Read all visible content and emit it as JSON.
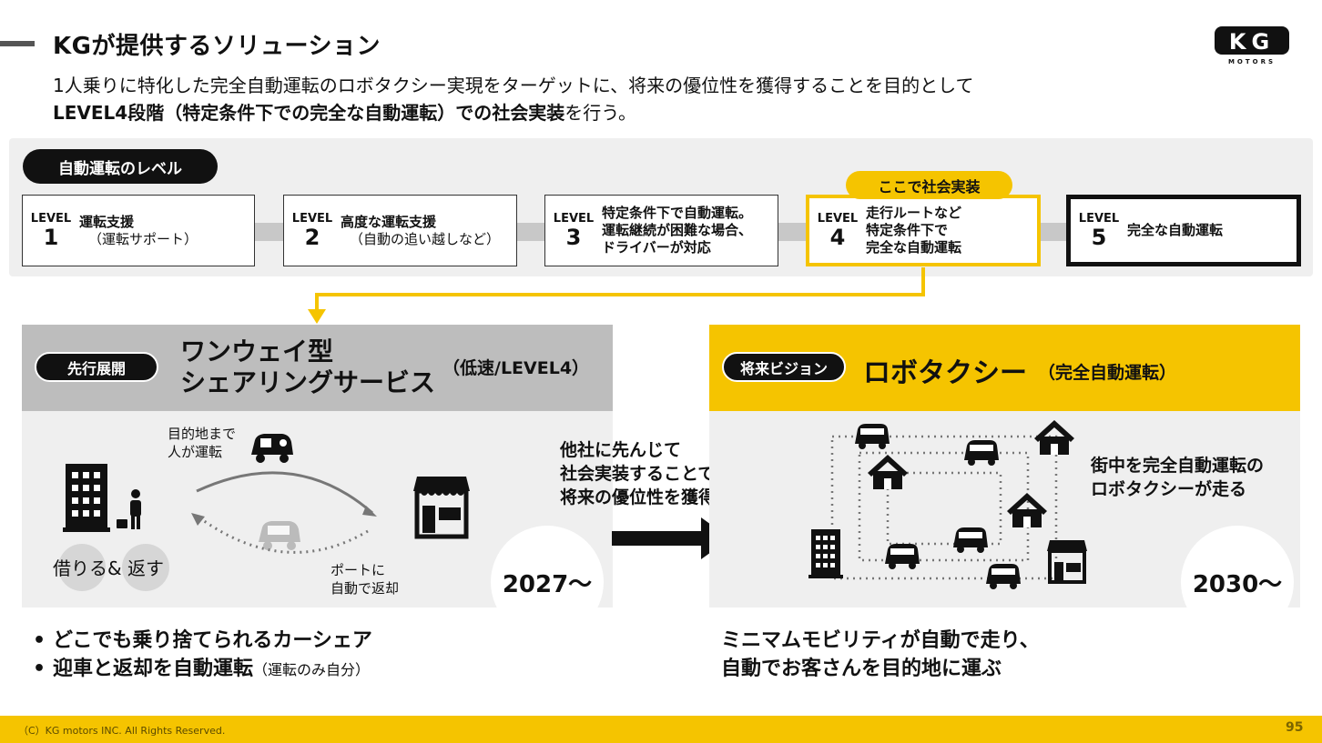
{
  "header": {
    "title": "KGが提供するソリューション",
    "subtitle_line1": "1人乗りに特化した完全自動運転のロボタクシー実現をターゲットに、将来の優位性を獲得することを目的として",
    "subtitle_line2_bold": "LEVEL4段階（特定条件下での完全な自動運転）での社会実装",
    "subtitle_line2_rest": "を行う。"
  },
  "logo": {
    "letters": "KG",
    "text": "MOTORS"
  },
  "levels": {
    "tag": "自動運転のレベル",
    "here_tag": "ここで社会実装",
    "items": [
      {
        "word": "LEVEL",
        "num": "1",
        "title": "運転支援",
        "sub": "（運転サポート）"
      },
      {
        "word": "LEVEL",
        "num": "2",
        "title": "高度な運転支援",
        "sub": "（自動の追い越しなど）"
      },
      {
        "word": "LEVEL",
        "num": "3",
        "line1": "特定条件下で自動運転。",
        "line2": "運転継続が困難な場合、",
        "line3": "ドライバーが対応"
      },
      {
        "word": "LEVEL",
        "num": "4",
        "line1": "走行ルートなど",
        "line2": "特定条件下で",
        "line3": "完全な自動運転"
      },
      {
        "word": "LEVEL",
        "num": "5",
        "title": "完全な自動運転"
      }
    ]
  },
  "left_panel": {
    "pill": "先行展開",
    "title_line1": "ワンウェイ型",
    "title_line2": "シェアリングサービス",
    "paren": "（低速/LEVEL4）",
    "label_dest_1": "目的地まで",
    "label_dest_2": "人が運転",
    "label_port_1": "ポートに",
    "label_port_2": "自動で返却",
    "rent_return": "借りる&  返す",
    "year": "2027〜"
  },
  "middle": {
    "line1": "他社に先んじて",
    "line2": "社会実装することで",
    "line3": "将来の優位性を獲得"
  },
  "right_panel": {
    "pill": "将来ビジョン",
    "title": "ロボタクシー",
    "paren": "（完全自動運転）",
    "desc_line1": "街中を完全自動運転の",
    "desc_line2": "ロボタクシーが走る",
    "year": "2030〜"
  },
  "bottom": {
    "bullet1": "どこでも乗り捨てられるカーシェア",
    "bullet2": "迎車と返却を自動運転",
    "bullet2_note": "（運転のみ自分）",
    "right_line1": "ミニマムモビリティが自動で走り、",
    "right_line2": "自動でお客さんを目的地に運ぶ"
  },
  "footer": {
    "copyright": "（C）KG motors INC. All Rights Reserved.",
    "page": "95"
  },
  "colors": {
    "accent": "#f5c400",
    "dark": "#111111",
    "gray": "#bdbdbd",
    "panel": "#efefef"
  }
}
